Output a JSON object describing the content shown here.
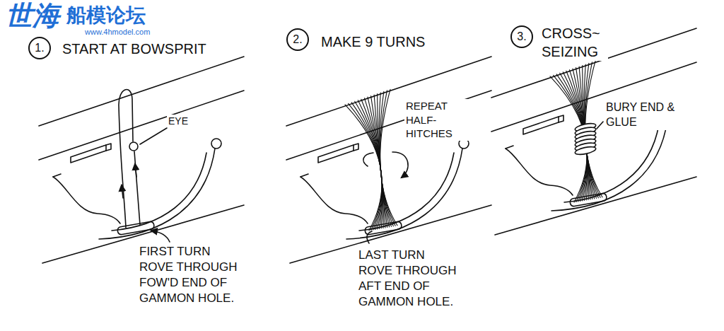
{
  "diagram": {
    "nodes": [
      {
        "text": [
          "1."
        ]
      },
      {
        "text": [
          "2."
        ]
      },
      {
        "text": [
          "3."
        ]
      }
    ],
    "labels": [
      "世海",
      "船模论坛",
      "www.4hmodel.com",
      "START AT BOWSPRIT",
      "EYE",
      "FIRST TURN ROVE THROUGH FOW'D END OF GAMMON HOLE.",
      "MAKE 9 TURNS",
      "REPEAT HALF-HITCHES",
      "LAST TURN ROVE THROUGH AFT END OF GAMMON HOLE.",
      "CROSS~ SEIZING",
      "BURY END & GLUE"
    ]
  }
}
